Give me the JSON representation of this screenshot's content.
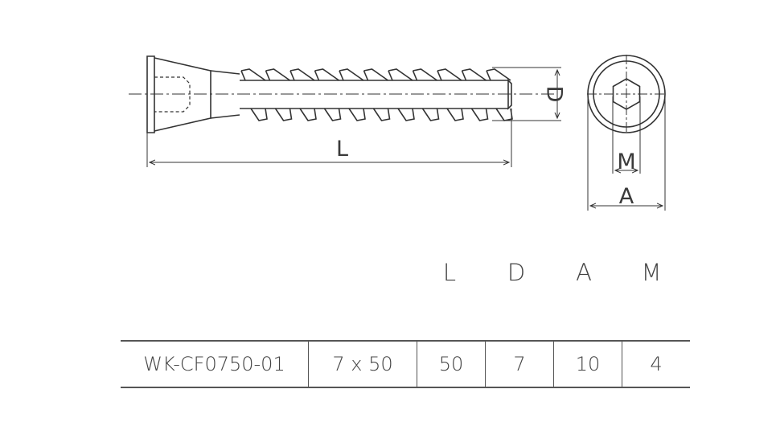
{
  "drawing": {
    "dimension_labels": {
      "length": "L",
      "diameter": "D",
      "socket": "M",
      "head": "A"
    }
  },
  "spec_table": {
    "headers": [
      "L",
      "D",
      "A",
      "M"
    ],
    "row": {
      "code": "WK-CF0750-01",
      "size": "7 x 50",
      "L": "50",
      "D": "7",
      "A": "10",
      "M": "4"
    }
  },
  "colors": {
    "line": "#333333",
    "text": "#444444"
  }
}
